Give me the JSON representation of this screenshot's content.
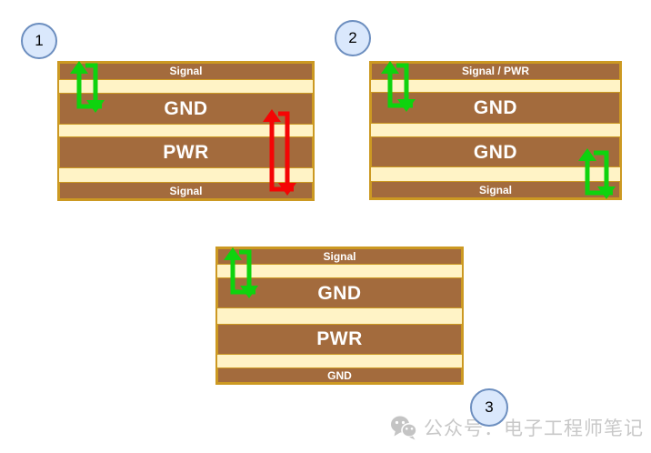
{
  "colors": {
    "copper": "#A36B3D",
    "copper_border": "#CC9922",
    "dielectric": "#FFF3C6",
    "arrow_green": "#0ED30E",
    "arrow_red": "#F40505",
    "badge_fill": "#DAE8FC",
    "badge_border": "#6C8EBF",
    "watermark": "#C8C8C8"
  },
  "diagrams": [
    {
      "badge": "1",
      "layers": [
        {
          "type": "copper",
          "thickness": "thin",
          "label": "Signal"
        },
        {
          "type": "dielectric"
        },
        {
          "type": "copper",
          "thickness": "thick",
          "label": "GND"
        },
        {
          "type": "dielectric"
        },
        {
          "type": "copper",
          "thickness": "thick",
          "label": "PWR"
        },
        {
          "type": "dielectric"
        },
        {
          "type": "copper",
          "thickness": "thin",
          "label": "Signal"
        }
      ],
      "arrows": [
        {
          "color": "green"
        },
        {
          "color": "red"
        }
      ]
    },
    {
      "badge": "2",
      "layers": [
        {
          "type": "copper",
          "thickness": "thin",
          "label": "Signal / PWR"
        },
        {
          "type": "dielectric"
        },
        {
          "type": "copper",
          "thickness": "thick",
          "label": "GND"
        },
        {
          "type": "dielectric"
        },
        {
          "type": "copper",
          "thickness": "thick",
          "label": "GND"
        },
        {
          "type": "dielectric"
        },
        {
          "type": "copper",
          "thickness": "thin",
          "label": "Signal"
        }
      ],
      "arrows": [
        {
          "color": "green"
        },
        {
          "color": "green"
        }
      ]
    },
    {
      "badge": "3",
      "layers": [
        {
          "type": "copper",
          "thickness": "thin",
          "label": "Signal"
        },
        {
          "type": "dielectric"
        },
        {
          "type": "copper",
          "thickness": "thick",
          "label": "GND"
        },
        {
          "type": "dielectric"
        },
        {
          "type": "copper",
          "thickness": "thick",
          "label": "PWR"
        },
        {
          "type": "dielectric"
        },
        {
          "type": "copper",
          "thickness": "thin",
          "label": "GND"
        }
      ],
      "arrows": [
        {
          "color": "green"
        }
      ]
    }
  ],
  "watermark": {
    "icon": "wechat-icon",
    "text": "公众号：电子工程师笔记"
  }
}
